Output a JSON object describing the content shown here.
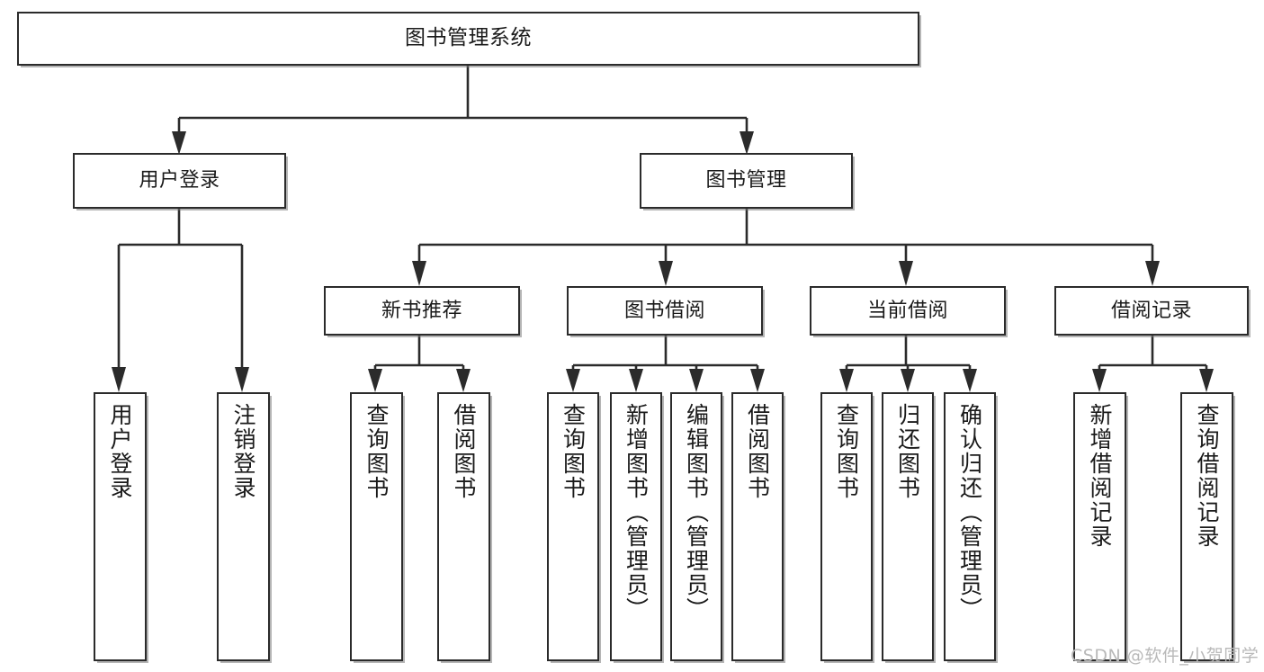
{
  "diagram": {
    "title": "图书管理系统",
    "type": "tree-hierarchy",
    "root": {
      "label": "图书管理系统"
    },
    "level2": [
      {
        "label": "用户登录"
      },
      {
        "label": "图书管理"
      }
    ],
    "level3": [
      {
        "label": "新书推荐"
      },
      {
        "label": "图书借阅"
      },
      {
        "label": "当前借阅"
      },
      {
        "label": "借阅记录"
      }
    ],
    "leaves": {
      "user_login": [
        {
          "label": "用户登录"
        },
        {
          "label": "注销登录"
        }
      ],
      "new_book_recommend": [
        {
          "label": "查询图书"
        },
        {
          "label": "借阅图书"
        }
      ],
      "book_borrow": [
        {
          "label": "查询图书"
        },
        {
          "label": "新增图书（管理员）"
        },
        {
          "label": "编辑图书（管理员）"
        },
        {
          "label": "借阅图书"
        }
      ],
      "current_borrow": [
        {
          "label": "查询图书"
        },
        {
          "label": "归还图书"
        },
        {
          "label": "确认归还（管理员）"
        }
      ],
      "borrow_record": [
        {
          "label": "新增借阅记录"
        },
        {
          "label": "查询借阅记录"
        }
      ]
    }
  },
  "watermark": {
    "text": "CSDN @软件_小贺同学"
  },
  "colors": {
    "border": "#2b2b2b",
    "background": "#ffffff",
    "text": "#1a1a1a",
    "watermark": "#b9b9b9"
  }
}
